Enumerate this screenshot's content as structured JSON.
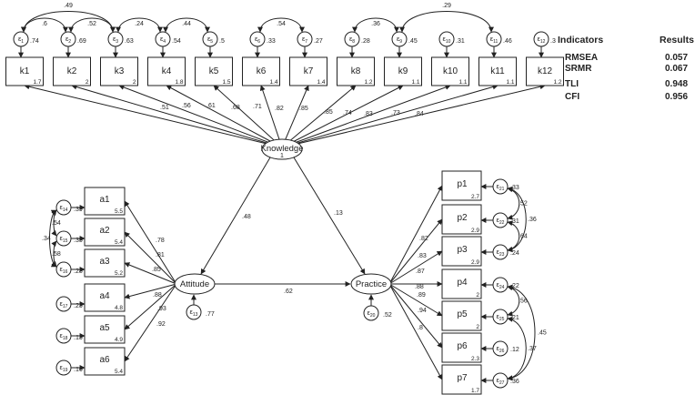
{
  "latents": {
    "knowledge": {
      "name": "Knowledge",
      "var": "1"
    },
    "attitude": {
      "name": "Attitude",
      "err": "ε13",
      "errv": ".77"
    },
    "practice": {
      "name": "Practice",
      "err": "ε20",
      "errv": ".52"
    }
  },
  "structural": {
    "k_to_att": ".48",
    "k_to_prac": ".13",
    "att_to_prac": ".62"
  },
  "k_items": [
    {
      "label": "k1",
      "mean": "1.7",
      "err": "ε1",
      "errv": ".74",
      "load": ".51"
    },
    {
      "label": "k2",
      "mean": "2",
      "err": "ε2",
      "errv": ".69",
      "load": ".56"
    },
    {
      "label": "k3",
      "mean": "2",
      "err": "ε3",
      "errv": ".63",
      "load": ".61"
    },
    {
      "label": "k4",
      "mean": "1.8",
      "err": "ε4",
      "errv": ".54",
      "load": ".68"
    },
    {
      "label": "k5",
      "mean": "1.5",
      "err": "ε5",
      "errv": ".5",
      "load": ".71"
    },
    {
      "label": "k6",
      "mean": "1.4",
      "err": "ε6",
      "errv": ".33",
      "load": ".82"
    },
    {
      "label": "k7",
      "mean": "1.4",
      "err": "ε7",
      "errv": ".27",
      "load": ".85"
    },
    {
      "label": "k8",
      "mean": "1.2",
      "err": "ε8",
      "errv": ".28",
      "load": ".85"
    },
    {
      "label": "k9",
      "mean": "1.1",
      "err": "ε9",
      "errv": ".45",
      "load": ".74"
    },
    {
      "label": "k10",
      "mean": "1.1",
      "err": "ε10",
      "errv": ".31",
      "load": ".83"
    },
    {
      "label": "k11",
      "mean": "1.1",
      "err": "ε11",
      "errv": ".46",
      "load": ".73"
    },
    {
      "label": "k12",
      "mean": "1.2",
      "err": "ε12",
      "errv": ".3",
      "load": ".84"
    }
  ],
  "k_covs": [
    {
      "from": 0,
      "to": 2,
      "value": ".49"
    },
    {
      "from": 0,
      "to": 1,
      "value": ".6"
    },
    {
      "from": 1,
      "to": 2,
      "value": ".52"
    },
    {
      "from": 2,
      "to": 3,
      "value": ".24"
    },
    {
      "from": 3,
      "to": 4,
      "value": ".44"
    },
    {
      "from": 5,
      "to": 6,
      "value": ".54"
    },
    {
      "from": 7,
      "to": 8,
      "value": ".36"
    },
    {
      "from": 8,
      "to": 10,
      "value": ".29"
    }
  ],
  "a_items": [
    {
      "label": "a1",
      "mean": "5.5",
      "err": "ε14",
      "errv": ".39",
      "load": ".78"
    },
    {
      "label": "a2",
      "mean": "5.4",
      "err": "ε15",
      "errv": ".35",
      "load": ".81"
    },
    {
      "label": "a3",
      "mean": "5.2",
      "err": "ε16",
      "errv": ".28",
      "load": ".85"
    },
    {
      "label": "a4",
      "mean": "4.8",
      "err": "ε17",
      "errv": ".23",
      "load": ".88"
    },
    {
      "label": "a5",
      "mean": "4.9",
      "err": "ε18",
      "errv": ".13",
      "load": ".93"
    },
    {
      "label": "a6",
      "mean": "5.4",
      "err": "ε19",
      "errv": ".16",
      "load": ".92"
    }
  ],
  "a_covs": [
    {
      "from": 0,
      "to": 1,
      "value": ".54"
    },
    {
      "from": 0,
      "to": 2,
      "value": ".34"
    },
    {
      "from": 1,
      "to": 2,
      "value": ".58"
    }
  ],
  "p_items": [
    {
      "label": "p1",
      "mean": "2.7",
      "err": "ε21",
      "errv": ".33",
      "load": ".82"
    },
    {
      "label": "p2",
      "mean": "2.9",
      "err": "ε22",
      "errv": ".31",
      "load": ".83"
    },
    {
      "label": "p3",
      "mean": "2.9",
      "err": "ε23",
      "errv": ".24",
      "load": ".87"
    },
    {
      "label": "p4",
      "mean": "2",
      "err": "ε24",
      "errv": ".22",
      "load": ".88"
    },
    {
      "label": "p5",
      "mean": "2",
      "err": "ε25",
      "errv": ".21",
      "load": ".89"
    },
    {
      "label": "p6",
      "mean": "2.3",
      "err": "ε26",
      "errv": ".12",
      "load": ".94"
    },
    {
      "label": "p7",
      "mean": "1.7",
      "err": "ε27",
      "errv": ".36",
      "load": ".8"
    }
  ],
  "p_covs": [
    {
      "from": 0,
      "to": 1,
      "value": ".52"
    },
    {
      "from": 0,
      "to": 2,
      "value": ".36"
    },
    {
      "from": 1,
      "to": 2,
      "value": ".64"
    },
    {
      "from": 3,
      "to": 4,
      "value": ".56"
    },
    {
      "from": 3,
      "to": 6,
      "value": ".45"
    },
    {
      "from": 4,
      "to": 6,
      "value": ".37"
    }
  ],
  "fit": {
    "header_indicator": "Indicators",
    "header_result": "Results",
    "rows": [
      {
        "name": "RMSEA",
        "value": "0.057"
      },
      {
        "name": "SRMR",
        "value": "0.067"
      },
      {
        "name": "TLI",
        "value": "0.948"
      },
      {
        "name": "CFI",
        "value": "0.956"
      }
    ]
  }
}
